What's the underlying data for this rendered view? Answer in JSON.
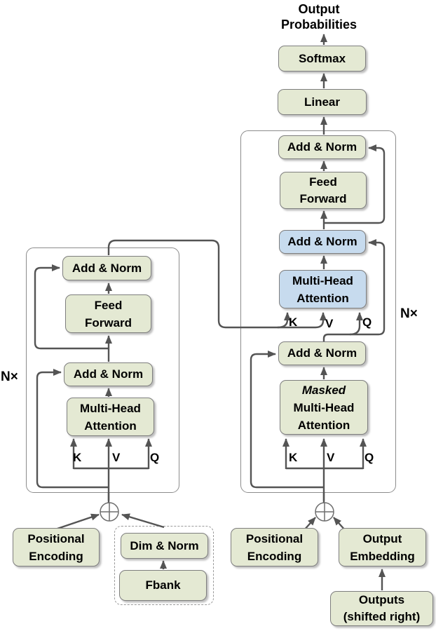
{
  "title": {
    "line1": "Output",
    "line2": "Probabilities"
  },
  "colors": {
    "box_green": "#e4e9d3",
    "box_blue": "#c7dbee",
    "box_border": "#7e7e7e",
    "container_border": "#8c8c8c",
    "wire": "#545454"
  },
  "decoder": {
    "softmax": "Softmax",
    "linear": "Linear",
    "add_norm_top": "Add & Norm",
    "feed_forward": {
      "line1": "Feed",
      "line2": "Forward"
    },
    "add_norm_mid": "Add & Norm",
    "multi_head_attention": {
      "line1": "Multi-Head",
      "line2": "Attention"
    },
    "add_norm_bottom": "Add & Norm",
    "masked_multi_head_attention": {
      "line1": "Masked",
      "line2": "Multi-Head",
      "line3": "Attention"
    },
    "k": "K",
    "v": "V",
    "q": "Q",
    "k2": "K",
    "v2": "V",
    "q2": "Q",
    "n_times": "N×",
    "positional_encoding": {
      "line1": "Positional",
      "line2": "Encoding"
    },
    "output_embedding": {
      "line1": "Output",
      "line2": "Embedding"
    },
    "outputs": {
      "line1": "Outputs",
      "line2": "(shifted right)"
    }
  },
  "encoder": {
    "add_norm_top": "Add & Norm",
    "feed_forward": {
      "line1": "Feed",
      "line2": "Forward"
    },
    "add_norm_bottom": "Add & Norm",
    "multi_head_attention": {
      "line1": "Multi-Head",
      "line2": "Attention"
    },
    "k": "K",
    "v": "V",
    "q": "Q",
    "n_times": "N×",
    "positional_encoding": {
      "line1": "Positional",
      "line2": "Encoding"
    },
    "dim_norm": "Dim & Norm",
    "fbank": "Fbank"
  }
}
